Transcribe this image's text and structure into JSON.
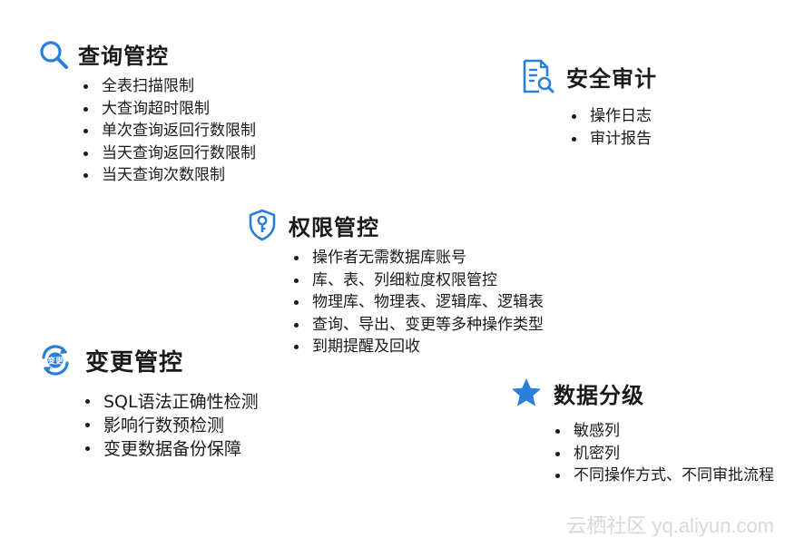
{
  "colors": {
    "accent": "#2b7fd8",
    "text": "#1a1a1a",
    "watermark": "#d9d9d9"
  },
  "query_control": {
    "icon": "search-icon",
    "title": "查询管控",
    "items": [
      "全表扫描限制",
      "大查询超时限制",
      "单次查询返回行数限制",
      "当天查询返回行数限制",
      "当天查询次数限制"
    ]
  },
  "security_audit": {
    "icon": "audit-document-icon",
    "title": "安全审计",
    "items": [
      "操作日志",
      "审计报告"
    ]
  },
  "permission_control": {
    "icon": "shield-key-icon",
    "title": "权限管控",
    "items": [
      "操作者无需数据库账号",
      "库、表、列细粒度权限管控",
      "物理库、物理表、逻辑库、逻辑表",
      "查询、导出、变更等多种操作类型",
      "到期提醒及回收"
    ]
  },
  "change_control": {
    "icon": "refresh-change-icon",
    "icon_text": "变更",
    "title": "变更管控",
    "items": [
      "SQL语法正确性检测",
      "影响行数预检测",
      "变更数据备份保障"
    ]
  },
  "data_grading": {
    "icon": "star-icon",
    "title": "数据分级",
    "items": [
      "敏感列",
      "机密列",
      "不同操作方式、不同审批流程"
    ]
  },
  "watermark": "云栖社区 yq.aliyun.com"
}
